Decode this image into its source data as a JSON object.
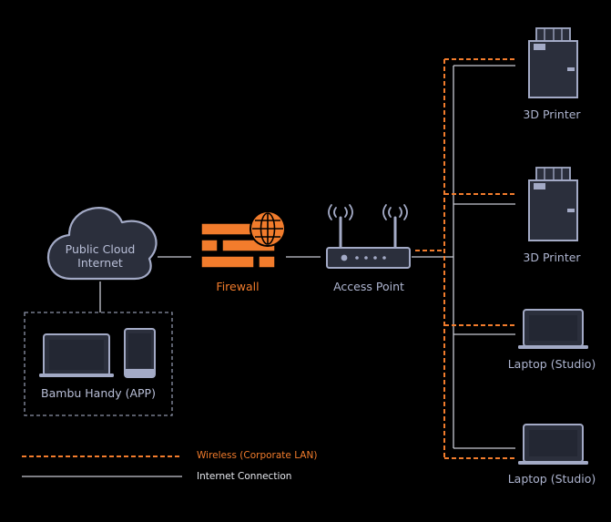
{
  "cloud": {
    "line1": "Public Cloud",
    "line2": "Internet"
  },
  "firewall": {
    "label": "Firewall"
  },
  "access_point": {
    "label": "Access Point"
  },
  "app_group": {
    "label": "Bambu Handy (APP)"
  },
  "devices": [
    {
      "label": "3D Printer"
    },
    {
      "label": "3D Printer"
    },
    {
      "label": "Laptop (Studio)"
    },
    {
      "label": "Laptop (Studio)"
    }
  ],
  "legend": {
    "wireless": "Wireless (Corporate LAN)",
    "internet": "Internet Connection"
  },
  "colors": {
    "background": "#000000",
    "device_fill": "#2b2f3c",
    "device_stroke": "#a3aac6",
    "wireless": "#f27c2c",
    "internet": "#c8cad4"
  }
}
